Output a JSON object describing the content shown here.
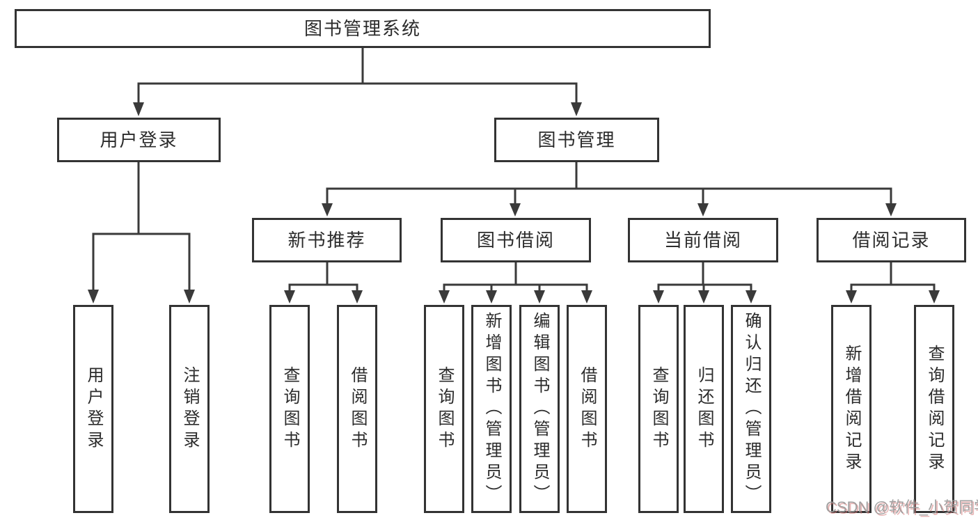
{
  "diagram": {
    "root": "图书管理系统",
    "level2": {
      "user_login": "用户登录",
      "book_management": "图书管理"
    },
    "level3": {
      "new_book_recommend": "新书推荐",
      "book_borrowing": "图书借阅",
      "current_borrowing": "当前借阅",
      "borrowing_records": "借阅记录"
    },
    "level4": {
      "user_login_leaf": "用户登录",
      "logout": "注销登录",
      "query_books_1": "查询图书",
      "borrow_books_1": "借阅图书",
      "query_books_2": "查询图书",
      "add_books_admin": "新增图书（管理员）",
      "edit_books_admin": "编辑图书（管理员）",
      "borrow_books_2": "借阅图书",
      "query_books_3": "查询图书",
      "return_books": "归还图书",
      "confirm_return_admin": "确认归还（管理员）",
      "add_borrow_record": "新增借阅记录",
      "query_borrow_record": "查询借阅记录"
    }
  },
  "watermark": "CSDN @软件_小贺同学",
  "colors": {
    "line": "#3a3a3a",
    "box_border": "#333333",
    "text": "#2b2b2b",
    "background": "#ffffff",
    "watermark_gray": "#989898",
    "watermark_red_shadow": "#d57878"
  }
}
